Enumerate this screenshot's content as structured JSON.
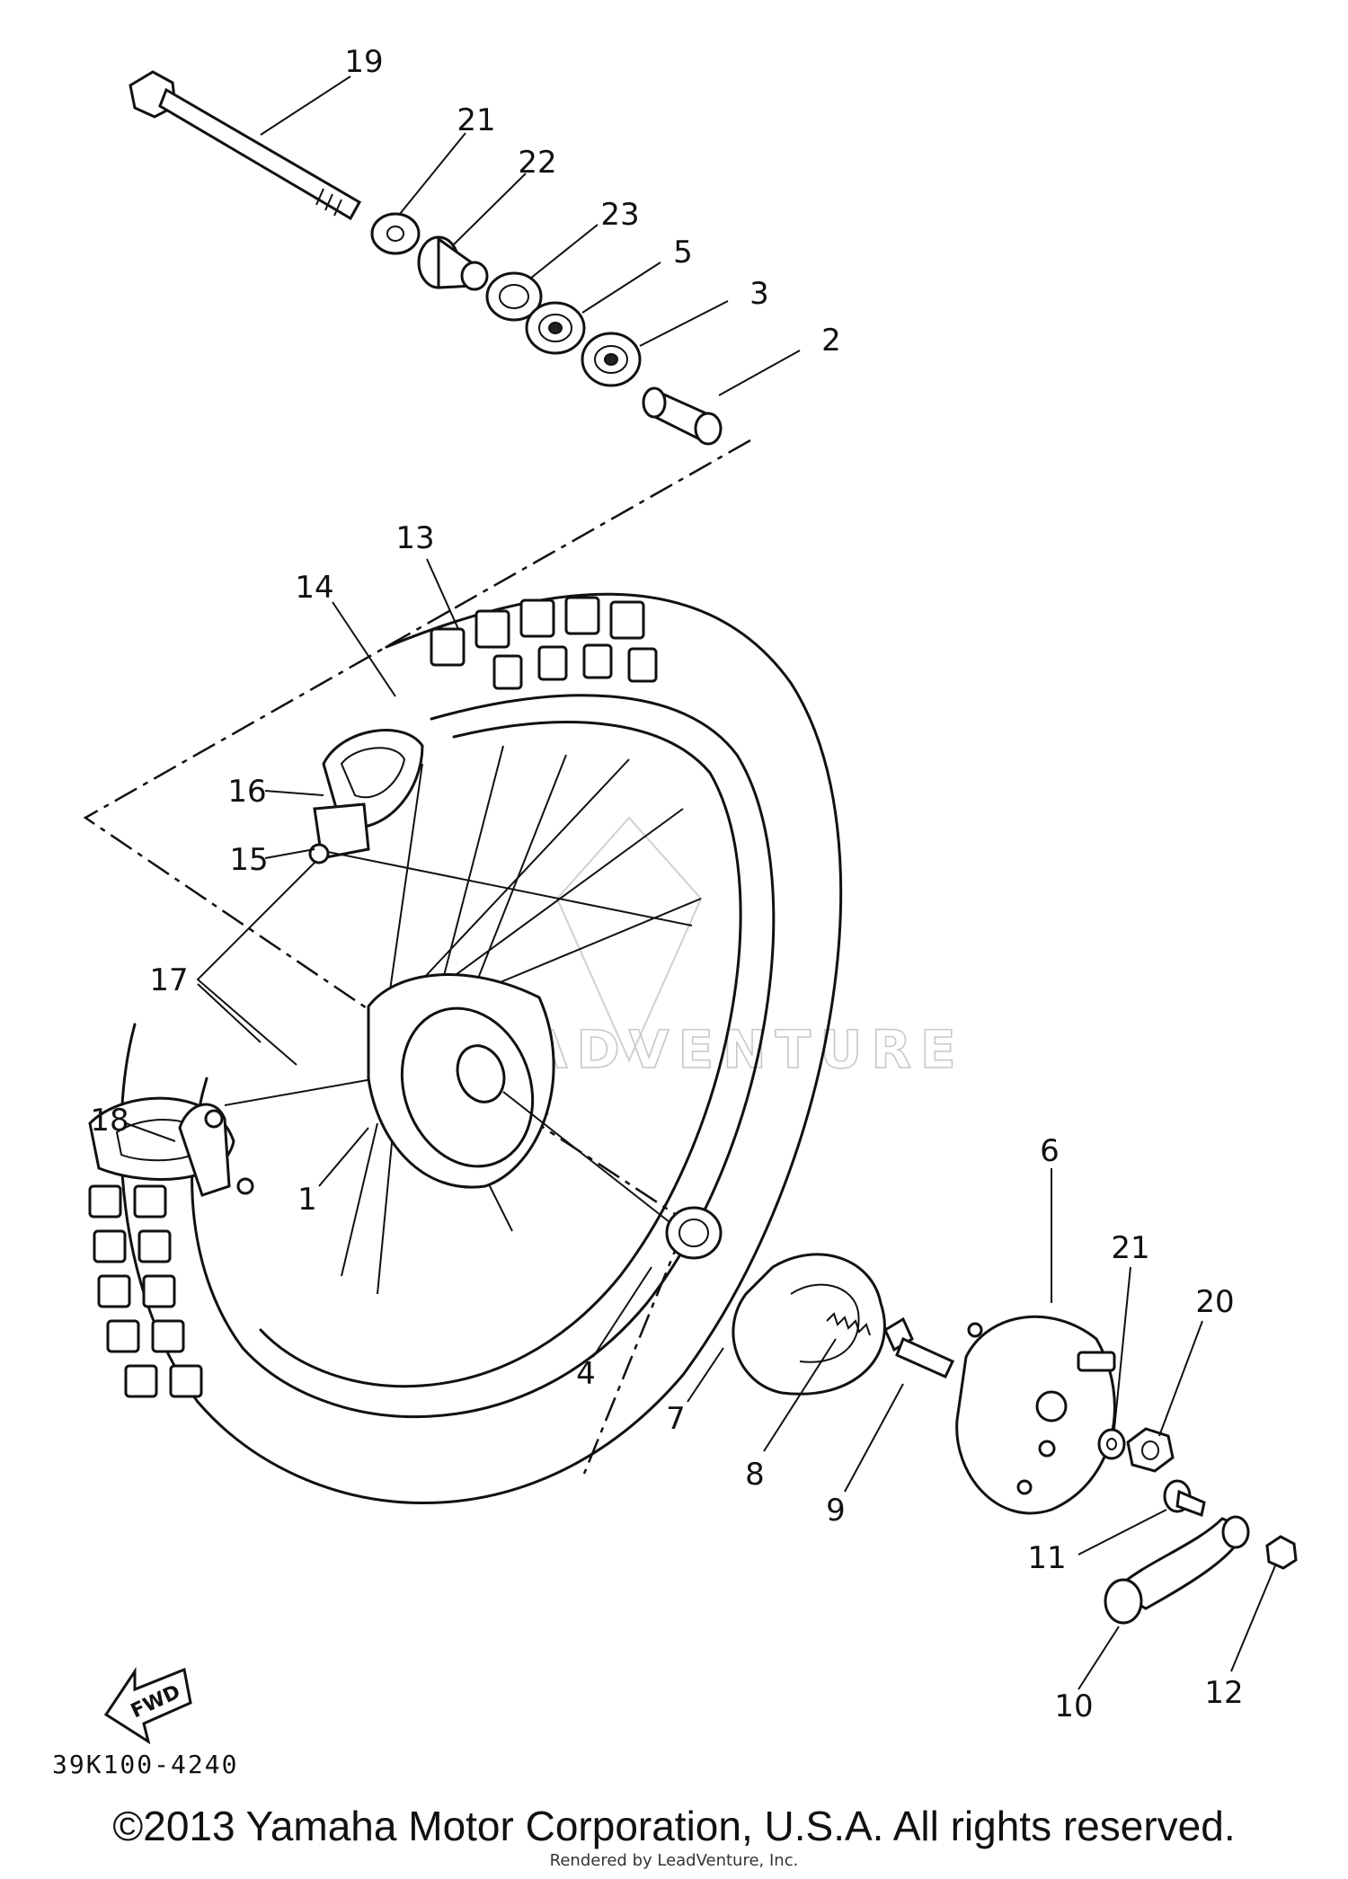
{
  "diagram": {
    "part_numbers": {
      "p1": "1",
      "p2": "2",
      "p3": "3",
      "p4": "4",
      "p5": "5",
      "p6": "6",
      "p7": "7",
      "p8": "8",
      "p9": "9",
      "p10": "10",
      "p11": "11",
      "p12": "12",
      "p13": "13",
      "p14": "14",
      "p15": "15",
      "p16": "16",
      "p17": "17",
      "p18": "18",
      "p19": "19",
      "p20": "20",
      "p21a": "21",
      "p21b": "21",
      "p22": "22",
      "p23": "23"
    },
    "fwd_label": "FWD",
    "drawing_code": "39K100-4240",
    "watermark": "LEADVENTURE"
  },
  "footer": {
    "copyright": "©2013 Yamaha Motor Corporation, U.S.A. All rights reserved.",
    "rendered_by": "Rendered by LeadVenture, Inc."
  }
}
